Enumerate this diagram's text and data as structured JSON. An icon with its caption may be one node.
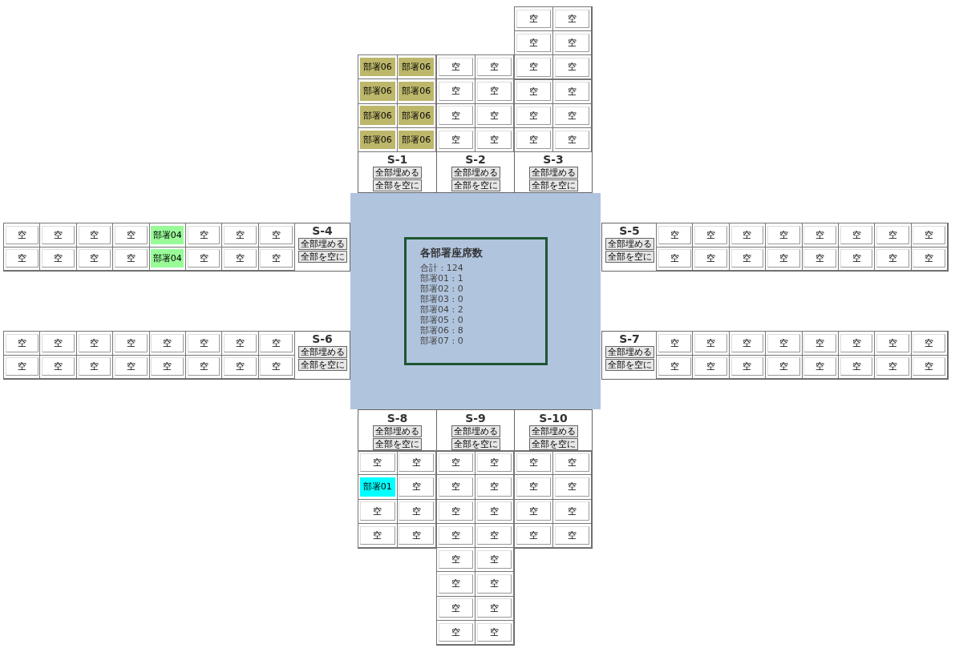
{
  "diagram": {
    "nodes": [
      {
        "text": [
          "S-1",
          "全部埋める",
          "全部を空に"
        ]
      },
      {
        "text": [
          "部署06"
        ],
        "in": 0
      },
      {
        "text": [
          "部署06"
        ],
        "in": 0
      },
      {
        "text": [
          "部署06"
        ],
        "in": 0
      },
      {
        "text": [
          "部署06"
        ],
        "in": 0
      },
      {
        "text": [
          "部署06"
        ],
        "in": 0
      },
      {
        "text": [
          "部署06"
        ],
        "in": 0
      },
      {
        "text": [
          "部署06"
        ],
        "in": 0
      },
      {
        "text": [
          "部署06"
        ],
        "in": 0
      },
      {
        "text": [
          "S-2",
          "全部埋める",
          "全部を空に"
        ]
      },
      {
        "text": [
          "空"
        ],
        "in": 9
      },
      {
        "text": [
          "空"
        ],
        "in": 9
      },
      {
        "text": [
          "空"
        ],
        "in": 9
      },
      {
        "text": [
          "空"
        ],
        "in": 9
      },
      {
        "text": [
          "空"
        ],
        "in": 9
      },
      {
        "text": [
          "空"
        ],
        "in": 9
      },
      {
        "text": [
          "空"
        ],
        "in": 9
      },
      {
        "text": [
          "空"
        ],
        "in": 9
      },
      {
        "text": [
          "S-3",
          "全部埋める",
          "全部を空に"
        ]
      },
      {
        "text": [
          "空"
        ],
        "in": 18
      },
      {
        "text": [
          "空"
        ],
        "in": 18
      },
      {
        "text": [
          "空"
        ],
        "in": 18
      },
      {
        "text": [
          "空"
        ],
        "in": 18
      },
      {
        "text": [
          "空"
        ],
        "in": 18
      },
      {
        "text": [
          "空"
        ],
        "in": 18
      },
      {
        "text": [
          "空"
        ],
        "in": 18
      },
      {
        "text": [
          "空"
        ],
        "in": 18
      },
      {
        "text": [
          "空"
        ],
        "in": 18
      },
      {
        "text": [
          "空"
        ],
        "in": 18
      },
      {
        "text": [
          "空"
        ],
        "in": 18
      },
      {
        "text": [
          "空"
        ],
        "in": 18
      },
      {
        "text": [
          "S-4",
          "全部埋める",
          "全部を空に"
        ]
      },
      {
        "text": [
          "空"
        ],
        "in": 31
      },
      {
        "text": [
          "空"
        ],
        "in": 31
      },
      {
        "text": [
          "空"
        ],
        "in": 31
      },
      {
        "text": [
          "空"
        ],
        "in": 31
      },
      {
        "text": [
          "部署04"
        ],
        "in": 31
      },
      {
        "text": [
          "空"
        ],
        "in": 31
      },
      {
        "text": [
          "空"
        ],
        "in": 31
      },
      {
        "text": [
          "空"
        ],
        "in": 31
      },
      {
        "text": [
          "空"
        ],
        "in": 31
      },
      {
        "text": [
          "空"
        ],
        "in": 31
      },
      {
        "text": [
          "空"
        ],
        "in": 31
      },
      {
        "text": [
          "空"
        ],
        "in": 31
      },
      {
        "text": [
          "部署04"
        ],
        "in": 31
      },
      {
        "text": [
          "空"
        ],
        "in": 31
      },
      {
        "text": [
          "空"
        ],
        "in": 31
      },
      {
        "text": [
          "空"
        ],
        "in": 31
      },
      {
        "text": [
          "S-5",
          "全部埋める",
          "全部を空に"
        ]
      },
      {
        "text": [
          "空"
        ],
        "in": 48
      },
      {
        "text": [
          "空"
        ],
        "in": 48
      },
      {
        "text": [
          "空"
        ],
        "in": 48
      },
      {
        "text": [
          "空"
        ],
        "in": 48
      },
      {
        "text": [
          "空"
        ],
        "in": 48
      },
      {
        "text": [
          "空"
        ],
        "in": 48
      },
      {
        "text": [
          "空"
        ],
        "in": 48
      },
      {
        "text": [
          "空"
        ],
        "in": 48
      },
      {
        "text": [
          "空"
        ],
        "in": 48
      },
      {
        "text": [
          "空"
        ],
        "in": 48
      },
      {
        "text": [
          "空"
        ],
        "in": 48
      },
      {
        "text": [
          "空"
        ],
        "in": 48
      },
      {
        "text": [
          "空"
        ],
        "in": 48
      },
      {
        "text": [
          "空"
        ],
        "in": 48
      },
      {
        "text": [
          "空"
        ],
        "in": 48
      },
      {
        "text": [
          "空"
        ],
        "in": 48
      },
      {
        "text": [],
        "shape": "box"
      },
      {
        "text": [
          "各部署座席数",
          "合計 : 124",
          "部署01 : 1",
          "部署02 : 0",
          "部署03 : 0",
          "部署04 : 2",
          "部署05 : 0",
          "部署06 : 8",
          "部署07 : 0"
        ],
        "in": 65
      },
      {
        "text": [
          "S-6",
          "全部埋める",
          "全部を空に"
        ]
      },
      {
        "text": [
          "空"
        ],
        "in": 67
      },
      {
        "text": [
          "空"
        ],
        "in": 67
      },
      {
        "text": [
          "空"
        ],
        "in": 67
      },
      {
        "text": [
          "空"
        ],
        "in": 67
      },
      {
        "text": [
          "空"
        ],
        "in": 67
      },
      {
        "text": [
          "空"
        ],
        "in": 67
      },
      {
        "text": [
          "空"
        ],
        "in": 67
      },
      {
        "text": [
          "空"
        ],
        "in": 67
      },
      {
        "text": [
          "空"
        ],
        "in": 67
      },
      {
        "text": [
          "空"
        ],
        "in": 67
      },
      {
        "text": [
          "空"
        ],
        "in": 67
      },
      {
        "text": [
          "空"
        ],
        "in": 67
      },
      {
        "text": [
          "空"
        ],
        "in": 67
      },
      {
        "text": [
          "空"
        ],
        "in": 67
      },
      {
        "text": [
          "空"
        ],
        "in": 67
      },
      {
        "text": [
          "空"
        ],
        "in": 67
      },
      {
        "text": [
          "S-7",
          "全部埋める",
          "全部を空に"
        ]
      },
      {
        "text": [
          "空"
        ],
        "in": 84
      },
      {
        "text": [
          "空"
        ],
        "in": 84
      },
      {
        "text": [
          "空"
        ],
        "in": 84
      },
      {
        "text": [
          "空"
        ],
        "in": 84
      },
      {
        "text": [
          "空"
        ],
        "in": 84
      },
      {
        "text": [
          "空"
        ],
        "in": 84
      },
      {
        "text": [
          "空"
        ],
        "in": 84
      },
      {
        "text": [
          "空"
        ],
        "in": 84
      },
      {
        "text": [
          "空"
        ],
        "in": 84
      },
      {
        "text": [
          "空"
        ],
        "in": 84
      },
      {
        "text": [
          "空"
        ],
        "in": 84
      },
      {
        "text": [
          "空"
        ],
        "in": 84
      },
      {
        "text": [
          "空"
        ],
        "in": 84
      },
      {
        "text": [
          "空"
        ],
        "in": 84
      },
      {
        "text": [
          "空"
        ],
        "in": 84
      },
      {
        "text": [
          "空"
        ],
        "in": 84
      },
      {
        "text": [
          "S-8",
          "全部埋める",
          "全部を空に"
        ]
      },
      {
        "text": [
          "空"
        ],
        "in": 101
      },
      {
        "text": [
          "空"
        ],
        "in": 101
      },
      {
        "text": [
          "部署01"
        ],
        "in": 101
      },
      {
        "text": [
          "空"
        ],
        "in": 101
      },
      {
        "text": [
          "空"
        ],
        "in": 101
      },
      {
        "text": [
          "空"
        ],
        "in": 101
      },
      {
        "text": [
          "空"
        ],
        "in": 101
      },
      {
        "text": [
          "空"
        ],
        "in": 101
      },
      {
        "text": [
          "S-9",
          "全部埋める",
          "全部を空に"
        ]
      },
      {
        "text": [
          "空"
        ],
        "in": 110
      },
      {
        "text": [
          "空"
        ],
        "in": 110
      },
      {
        "text": [
          "空"
        ],
        "in": 110
      },
      {
        "text": [
          "空"
        ],
        "in": 110
      },
      {
        "text": [
          "空"
        ],
        "in": 110
      },
      {
        "text": [
          "空"
        ],
        "in": 110
      },
      {
        "text": [
          "空"
        ],
        "in": 110
      },
      {
        "text": [
          "空"
        ],
        "in": 110
      },
      {
        "text": [
          "空"
        ],
        "in": 110
      },
      {
        "text": [
          "空"
        ],
        "in": 110
      },
      {
        "text": [
          "空"
        ],
        "in": 110
      },
      {
        "text": [
          "空"
        ],
        "in": 110
      },
      {
        "text": [
          "空"
        ],
        "in": 110
      },
      {
        "text": [
          "空"
        ],
        "in": 110
      },
      {
        "text": [
          "空"
        ],
        "in": 110
      },
      {
        "text": [
          "空"
        ],
        "in": 110
      },
      {
        "text": [
          "S-10",
          "全部埋める",
          "全部を空に"
        ]
      },
      {
        "text": [
          "空"
        ],
        "in": 127
      },
      {
        "text": [
          "空"
        ],
        "in": 127
      },
      {
        "text": [
          "空"
        ],
        "in": 127
      },
      {
        "text": [
          "空"
        ],
        "in": 127
      },
      {
        "text": [
          "空"
        ],
        "in": 127
      },
      {
        "text": [
          "空"
        ],
        "in": 127
      },
      {
        "text": [
          "空"
        ],
        "in": 127
      },
      {
        "text": [
          "空"
        ],
        "in": 127
      }
    ]
  }
}
